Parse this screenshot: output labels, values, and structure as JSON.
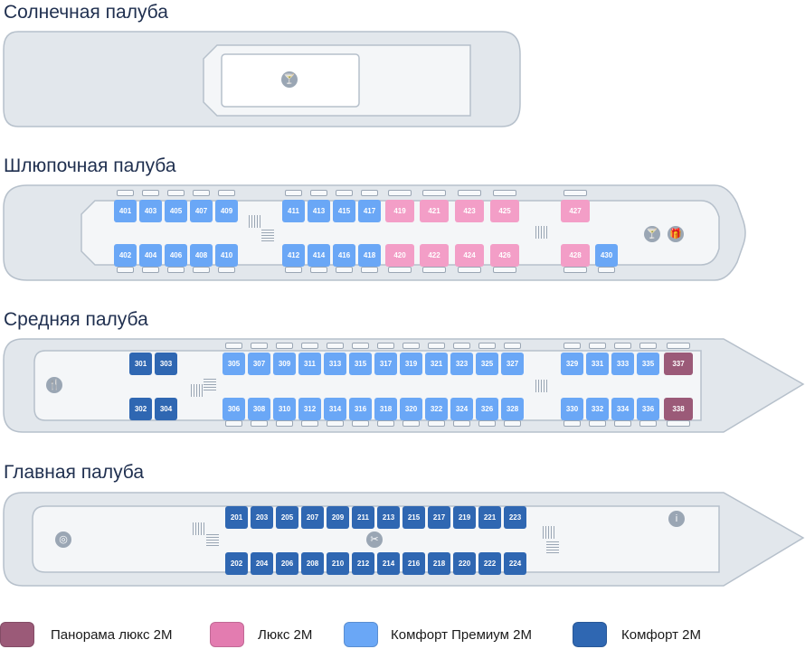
{
  "colors": {
    "panorama_lux": "#9b5a78",
    "lux": "#f39ec7",
    "comfort_premium": "#6aa7f6",
    "comfort": "#2f67b2",
    "hull_fill": "#e2e7ec",
    "hull_stroke": "#b6c0cb",
    "deck_fill": "#f4f6f8"
  },
  "decks": {
    "sun": {
      "title": "Солнечная палуба"
    },
    "boat": {
      "title": "Шлюпочная палуба"
    },
    "middle": {
      "title": "Средняя палуба"
    },
    "main": {
      "title": "Главная палуба"
    }
  },
  "cabins": {
    "boat_top": [
      {
        "n": "401",
        "cls": "comfort_premium"
      },
      {
        "n": "403",
        "cls": "comfort_premium"
      },
      {
        "n": "405",
        "cls": "comfort_premium"
      },
      {
        "n": "407",
        "cls": "comfort_premium"
      },
      {
        "n": "409",
        "cls": "comfort_premium"
      },
      {
        "n": "411",
        "cls": "comfort_premium"
      },
      {
        "n": "413",
        "cls": "comfort_premium"
      },
      {
        "n": "415",
        "cls": "comfort_premium"
      },
      {
        "n": "417",
        "cls": "comfort_premium"
      },
      {
        "n": "419",
        "cls": "lux"
      },
      {
        "n": "421",
        "cls": "lux"
      },
      {
        "n": "423",
        "cls": "lux"
      },
      {
        "n": "425",
        "cls": "lux"
      },
      {
        "n": "427",
        "cls": "lux"
      }
    ],
    "boat_bottom": [
      {
        "n": "402",
        "cls": "comfort_premium"
      },
      {
        "n": "404",
        "cls": "comfort_premium"
      },
      {
        "n": "406",
        "cls": "comfort_premium"
      },
      {
        "n": "408",
        "cls": "comfort_premium"
      },
      {
        "n": "410",
        "cls": "comfort_premium"
      },
      {
        "n": "412",
        "cls": "comfort_premium"
      },
      {
        "n": "414",
        "cls": "comfort_premium"
      },
      {
        "n": "416",
        "cls": "comfort_premium"
      },
      {
        "n": "418",
        "cls": "comfort_premium"
      },
      {
        "n": "420",
        "cls": "lux"
      },
      {
        "n": "422",
        "cls": "lux"
      },
      {
        "n": "424",
        "cls": "lux"
      },
      {
        "n": "426",
        "cls": "lux"
      },
      {
        "n": "428",
        "cls": "lux"
      },
      {
        "n": "430",
        "cls": "comfort_premium"
      }
    ],
    "middle_top": [
      {
        "n": "301",
        "cls": "comfort"
      },
      {
        "n": "303",
        "cls": "comfort"
      },
      {
        "n": "305",
        "cls": "comfort_premium"
      },
      {
        "n": "307",
        "cls": "comfort_premium"
      },
      {
        "n": "309",
        "cls": "comfort_premium"
      },
      {
        "n": "311",
        "cls": "comfort_premium"
      },
      {
        "n": "313",
        "cls": "comfort_premium"
      },
      {
        "n": "315",
        "cls": "comfort_premium"
      },
      {
        "n": "317",
        "cls": "comfort_premium"
      },
      {
        "n": "319",
        "cls": "comfort_premium"
      },
      {
        "n": "321",
        "cls": "comfort_premium"
      },
      {
        "n": "323",
        "cls": "comfort_premium"
      },
      {
        "n": "325",
        "cls": "comfort_premium"
      },
      {
        "n": "327",
        "cls": "comfort_premium"
      },
      {
        "n": "329",
        "cls": "comfort_premium"
      },
      {
        "n": "331",
        "cls": "comfort_premium"
      },
      {
        "n": "333",
        "cls": "comfort_premium"
      },
      {
        "n": "335",
        "cls": "comfort_premium"
      },
      {
        "n": "337",
        "cls": "panorama_lux"
      }
    ],
    "middle_bottom": [
      {
        "n": "302",
        "cls": "comfort"
      },
      {
        "n": "304",
        "cls": "comfort"
      },
      {
        "n": "306",
        "cls": "comfort_premium"
      },
      {
        "n": "308",
        "cls": "comfort_premium"
      },
      {
        "n": "310",
        "cls": "comfort_premium"
      },
      {
        "n": "312",
        "cls": "comfort_premium"
      },
      {
        "n": "314",
        "cls": "comfort_premium"
      },
      {
        "n": "316",
        "cls": "comfort_premium"
      },
      {
        "n": "318",
        "cls": "comfort_premium"
      },
      {
        "n": "320",
        "cls": "comfort_premium"
      },
      {
        "n": "322",
        "cls": "comfort_premium"
      },
      {
        "n": "324",
        "cls": "comfort_premium"
      },
      {
        "n": "326",
        "cls": "comfort_premium"
      },
      {
        "n": "328",
        "cls": "comfort_premium"
      },
      {
        "n": "330",
        "cls": "comfort_premium"
      },
      {
        "n": "332",
        "cls": "comfort_premium"
      },
      {
        "n": "334",
        "cls": "comfort_premium"
      },
      {
        "n": "336",
        "cls": "comfort_premium"
      },
      {
        "n": "338",
        "cls": "panorama_lux"
      }
    ],
    "main_top": [
      {
        "n": "201",
        "cls": "comfort"
      },
      {
        "n": "203",
        "cls": "comfort"
      },
      {
        "n": "205",
        "cls": "comfort"
      },
      {
        "n": "207",
        "cls": "comfort"
      },
      {
        "n": "209",
        "cls": "comfort"
      },
      {
        "n": "211",
        "cls": "comfort"
      },
      {
        "n": "213",
        "cls": "comfort"
      },
      {
        "n": "215",
        "cls": "comfort"
      },
      {
        "n": "217",
        "cls": "comfort"
      },
      {
        "n": "219",
        "cls": "comfort"
      },
      {
        "n": "221",
        "cls": "comfort"
      },
      {
        "n": "223",
        "cls": "comfort"
      }
    ],
    "main_bottom": [
      {
        "n": "202",
        "cls": "comfort"
      },
      {
        "n": "204",
        "cls": "comfort"
      },
      {
        "n": "206",
        "cls": "comfort"
      },
      {
        "n": "208",
        "cls": "comfort"
      },
      {
        "n": "210",
        "cls": "comfort"
      },
      {
        "n": "212",
        "cls": "comfort"
      },
      {
        "n": "214",
        "cls": "comfort"
      },
      {
        "n": "216",
        "cls": "comfort"
      },
      {
        "n": "218",
        "cls": "comfort"
      },
      {
        "n": "220",
        "cls": "comfort"
      },
      {
        "n": "222",
        "cls": "comfort"
      },
      {
        "n": "224",
        "cls": "comfort"
      }
    ]
  },
  "icons": {
    "sun_bar": "cocktail-icon",
    "boat_bar": "cocktail-icon",
    "boat_shop": "gift-icon",
    "middle_restaurant": "restaurant-icon",
    "main_reception": "reception-icon",
    "main_info": "info-icon",
    "main_hairdresser": "scissors-icon"
  },
  "legend": [
    {
      "label": "Панорама люкс 2М",
      "cls": "panorama_lux"
    },
    {
      "label": "Люкс 2М",
      "cls": "lux"
    },
    {
      "label": "Комфорт Премиум 2М",
      "cls": "comfort_premium"
    },
    {
      "label": "Комфорт 2М",
      "cls": "comfort"
    }
  ]
}
